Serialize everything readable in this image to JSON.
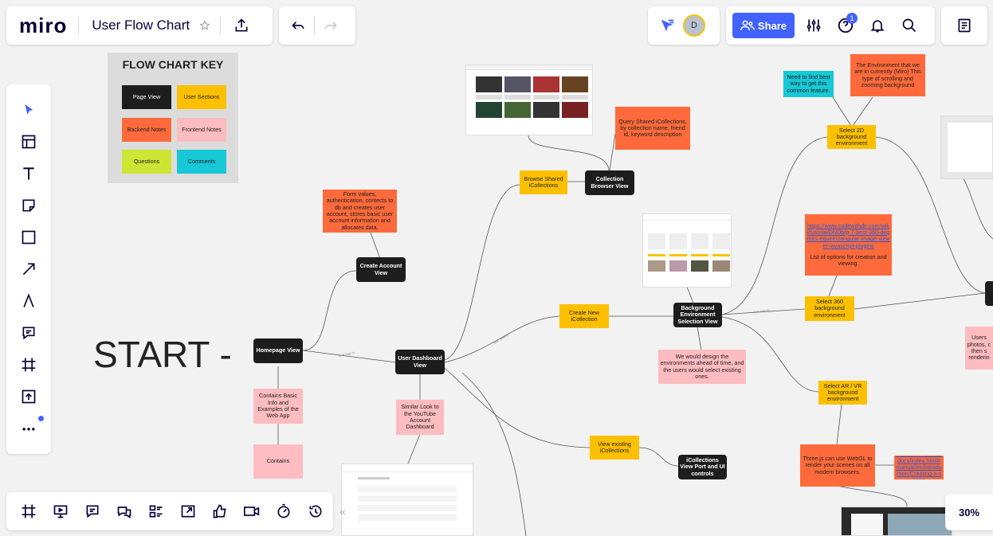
{
  "app": {
    "logo": "miro",
    "board_title": "User Flow Chart"
  },
  "topbar": {
    "share_label": "Share",
    "avatar_initial": "D",
    "help_badge": "1"
  },
  "zoom": {
    "level": "30%"
  },
  "canvas": {
    "start_label": "START -",
    "key": {
      "title": "FLOW CHART KEY",
      "items": [
        "Page View",
        "User Sections",
        "Backend Notes",
        "Frontend Notes",
        "Questions",
        "Comments"
      ]
    },
    "nodes": {
      "homepage": "Homepage View",
      "contains_basic": "Contains Basic Info and Examples of the Web App",
      "contains": "Contains",
      "create_account": "Create Account View",
      "form_values": "Form values, authentication, contects to db and creates user account, stores basic user account information and allocates data.",
      "user_dashboard": "User Dashboard View",
      "similar_look": "Similar Look to the YouTube Account Dashboard",
      "browse_shared": "Browse Shared iCollections",
      "collection_browser": "Collection Browser View",
      "query_shared": "Query Shared iCollections, by collection name, friend id, keyword description",
      "create_new": "Create New iCollection",
      "bg_env_select": "Background Environment Selection View",
      "design_env": "We would design the environments ahead of time, and the users would select existing ones.",
      "view_existing": "View existing iCollections",
      "icollections_view": "iCollections View Port and UI controls",
      "select_2d": "Select 2D background environment",
      "need_find": "Need to find best way to get this common feature.",
      "environment_note": "The Environment that we are in currently (Miro)  This type of scrolling and zooming background",
      "select_360": "Select 360 background environment",
      "link_360": "https://www.codewithdtr.com/wiki/tutorial/DNDb/p-7-best-360-degrees-equirectangular-image-viewer-javascript-plugins",
      "options_note": "List of options for creation and viewing.",
      "select_arvr": "Select AR / VR background environment",
      "threejs_note": "Three.js can use WebGL to render your scenes on all modern browsers.",
      "threejs_link": "https://threejs.org/docs/index.html#manual/en/introduction/Creating-a-scene",
      "users_partial": "Users photos, c then s renderin"
    },
    "edge_labels": {
      "e1": "user logs in",
      "e2": "user selects",
      "e3": "user selects"
    }
  },
  "colors": {
    "brand_blue": "#4262ff",
    "page_view": "#1d1d1d",
    "user_sections": "#fdc000",
    "backend_notes": "#fe6a3b",
    "frontend_notes": "#fdbcbf",
    "questions": "#cde535",
    "comments": "#17c8d6"
  },
  "icons": {
    "left_tools": [
      "cursor-icon",
      "template-icon",
      "text-icon",
      "sticky-note-icon",
      "shape-icon",
      "arrow-icon",
      "pen-icon",
      "comment-icon",
      "frame-icon",
      "upload-icon",
      "more-icon"
    ],
    "bottom_tools": [
      "frames-icon",
      "presentation-icon",
      "comments-panel-icon",
      "chat-icon",
      "cards-icon",
      "share-screen-icon",
      "voting-icon",
      "video-icon",
      "timer-icon",
      "history-icon"
    ]
  }
}
